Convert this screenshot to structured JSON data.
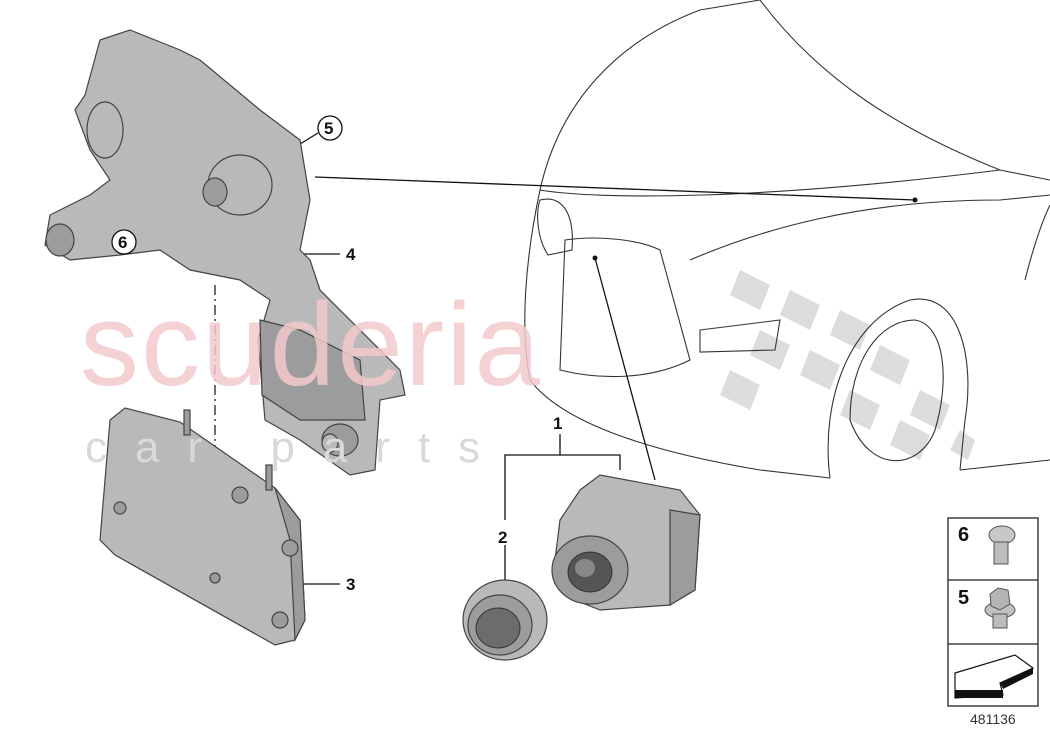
{
  "watermark": {
    "brand": "scuderia",
    "sub": "car parts"
  },
  "callouts": [
    {
      "id": "1",
      "part": "camera-assembly"
    },
    {
      "id": "2",
      "part": "camera-lens-ring"
    },
    {
      "id": "3",
      "part": "control-unit"
    },
    {
      "id": "4",
      "part": "bracket"
    },
    {
      "id": "5",
      "part": "bracket-nut"
    },
    {
      "id": "6",
      "part": "screw"
    }
  ],
  "legend": [
    {
      "number": "6",
      "icon": "torx-screw-icon"
    },
    {
      "number": "5",
      "icon": "flange-nut-icon"
    },
    {
      "number": "",
      "icon": "arrow-left-icon"
    }
  ],
  "diagram_number": "481136",
  "colors": {
    "part_fill": "#b9b9b9",
    "watermark_red": "#f3c9cc",
    "checker": "#d0d0d0"
  }
}
